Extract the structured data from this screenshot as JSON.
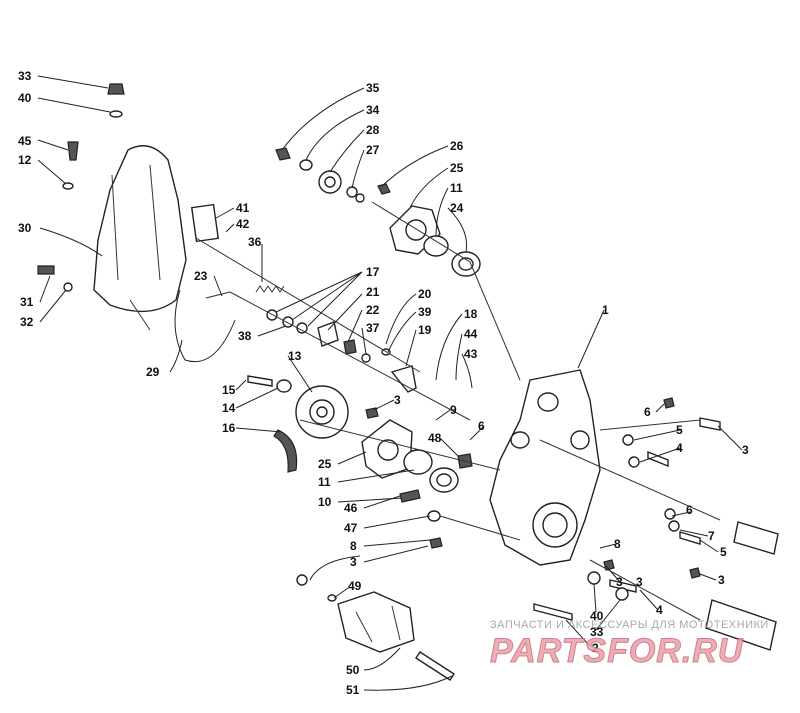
{
  "callouts": [
    "33",
    "40",
    "45",
    "12",
    "30",
    "31",
    "32",
    "29",
    "23",
    "36",
    "41",
    "42",
    "38",
    "17",
    "21",
    "22",
    "37",
    "20",
    "39",
    "19",
    "35",
    "34",
    "28",
    "27",
    "26",
    "25",
    "11",
    "24",
    "18",
    "44",
    "43",
    "1",
    "13",
    "15",
    "14",
    "16",
    "3",
    "9",
    "48",
    "6",
    "25",
    "11",
    "10",
    "46",
    "47",
    "8",
    "3",
    "6",
    "5",
    "4",
    "3",
    "6",
    "7",
    "5",
    "8",
    "3",
    "3",
    "49",
    "50",
    "51",
    "40",
    "33",
    "2",
    "4",
    "3"
  ],
  "watermark": {
    "top_text": "ЗАПЧАСТИ И АКСЕССУАРЫ ДЛЯ МОТОТЕХНИКИ",
    "logo_text": "PARTSFOR.RU"
  },
  "colors": {
    "ink": "#222222",
    "watermark_fill": "#e8a0a8",
    "watermark_stroke": "#cc6a78"
  }
}
